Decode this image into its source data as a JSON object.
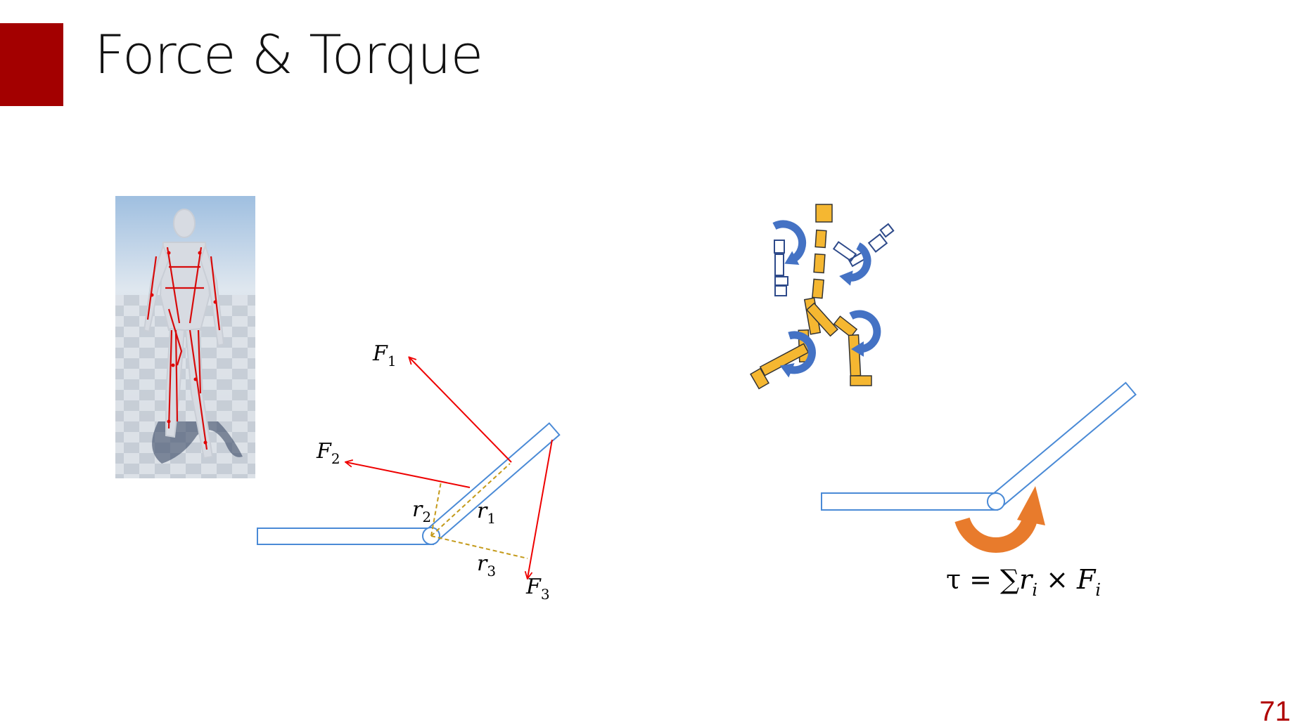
{
  "slide": {
    "title": "Force & Torque",
    "page_number": "71",
    "accent_color": "#a30000"
  },
  "force_diagram": {
    "forces": [
      {
        "name": "F",
        "sub": "1"
      },
      {
        "name": "F",
        "sub": "2"
      },
      {
        "name": "F",
        "sub": "3"
      }
    ],
    "radii": [
      {
        "name": "r",
        "sub": "1"
      },
      {
        "name": "r",
        "sub": "2"
      },
      {
        "name": "r",
        "sub": "3"
      }
    ],
    "colors": {
      "force": "#ee0000",
      "radius": "#c49a1a",
      "link": "#4a8ad6"
    }
  },
  "torque_diagram": {
    "formula": {
      "lhs": "τ = ∑",
      "r": "r",
      "r_sub": "i",
      "times": " × ",
      "f": "F",
      "f_sub": "i"
    },
    "colors": {
      "arrow": "#e87b2c",
      "link": "#4a8ad6"
    }
  },
  "images": {
    "muscle_model": "humanoid-muscle-model",
    "ragdoll": "ragdoll-with-joint-torques",
    "colors": {
      "body": "#f4b183",
      "segments": "#f5b731",
      "torque_arrows": "#4472c4"
    }
  }
}
